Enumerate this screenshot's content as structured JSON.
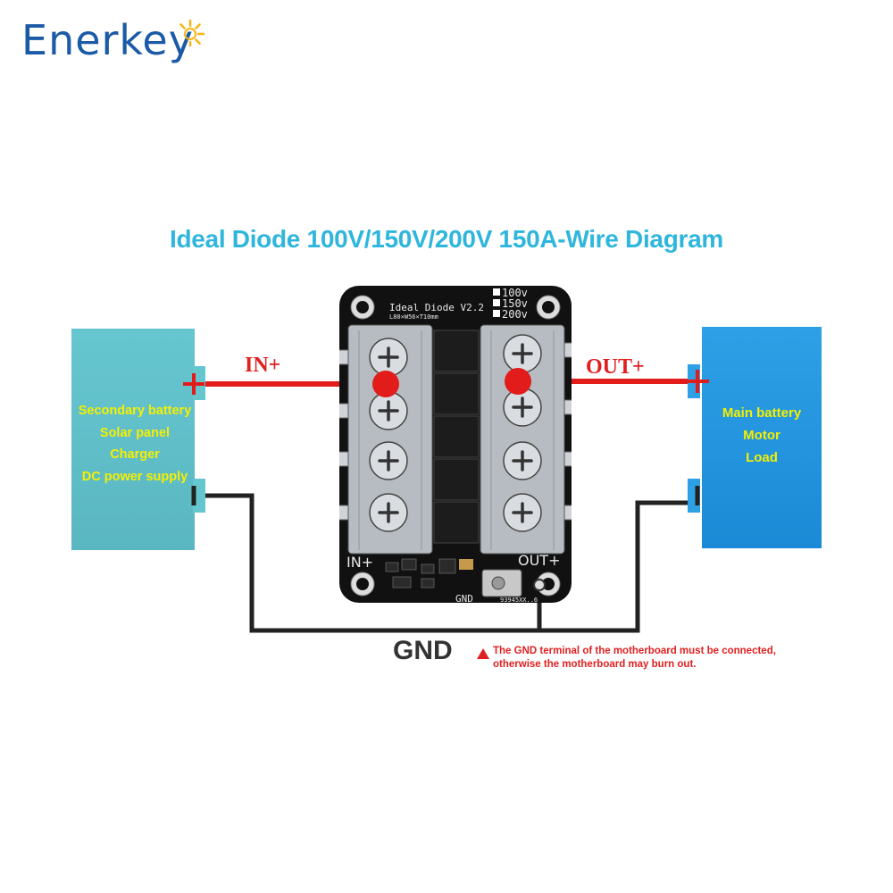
{
  "brand": {
    "name": "Enerkey",
    "accent": "#f7b514",
    "color": "#1a5aa6"
  },
  "diagram": {
    "title": "Ideal Diode 100V/150V/200V 150A-Wire Diagram",
    "title_color": "#2fb6dc"
  },
  "source": {
    "items": [
      "Secondary battery",
      "Solar panel",
      "Charger",
      "DC power supply"
    ],
    "color": "#5ab7c2"
  },
  "load": {
    "items": [
      "Main battery",
      "Motor",
      "Load"
    ],
    "color": "#1b8ad6"
  },
  "wires": {
    "in_label": "IN+",
    "out_label": "OUT+",
    "gnd_label": "GND",
    "positive_color": "#e21b1b",
    "ground_color": "#222222"
  },
  "board": {
    "name": "Ideal Diode V2.2",
    "dimensions": "L80×W56×T10mm",
    "voltage_options": [
      "100v",
      "150v",
      "200v"
    ],
    "in_label": "IN+",
    "out_label": "OUT+",
    "gnd_label": "GND",
    "serial": "93945XX..6"
  },
  "warning": {
    "icon": "warning-triangle-icon",
    "text": "The GND terminal of the motherboard must be connected, otherwise the motherboard may burn out."
  }
}
